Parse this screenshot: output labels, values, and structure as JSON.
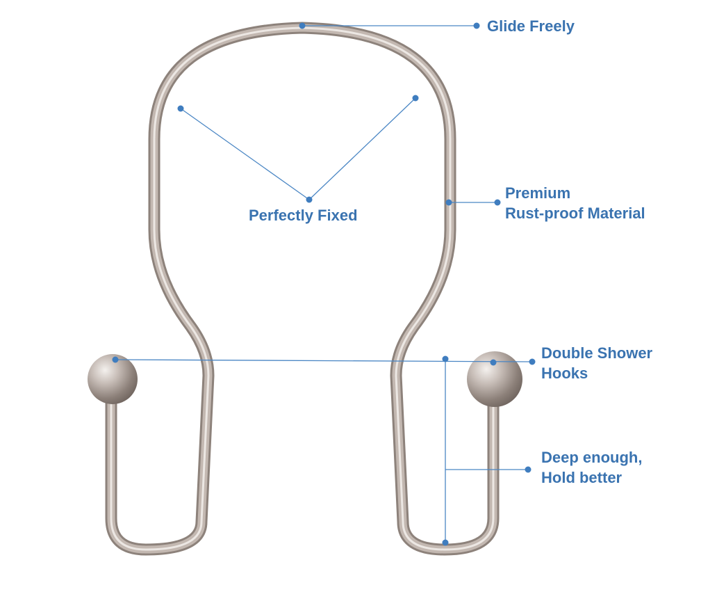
{
  "product": {
    "name": "double-shower-curtain-hook",
    "finish_color": "#b7aba4"
  },
  "annotations": {
    "glide": {
      "text": "Glide Freely"
    },
    "fixed": {
      "text": "Perfectly Fixed"
    },
    "material": {
      "line1": "Premium",
      "line2": "Rust-proof Material"
    },
    "hooks": {
      "line1": "Double Shower",
      "line2": "Hooks"
    },
    "deep": {
      "line1": "Deep enough,",
      "line2": "Hold better"
    }
  },
  "colors": {
    "label": "#3a73b0",
    "leader_line": "#4a86c4",
    "background": "#ffffff"
  }
}
